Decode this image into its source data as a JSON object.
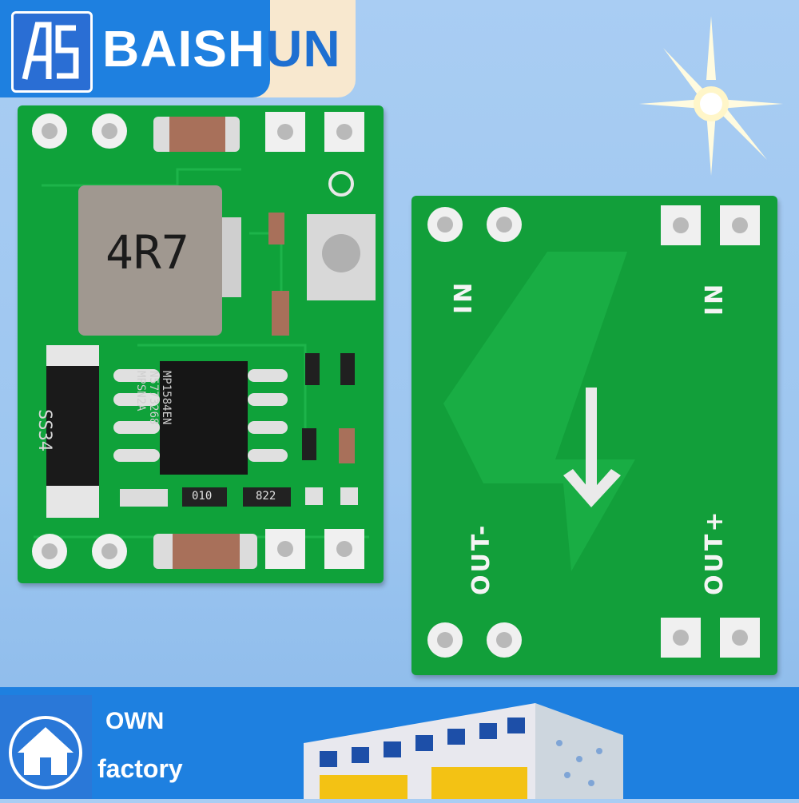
{
  "header": {
    "brand_prefix": "BAISH",
    "brand_suffix": "UN"
  },
  "front_board": {
    "inductor_label": "4R7",
    "diode_label": "SS34",
    "ic_lines": [
      "MP1584EN",
      "N5773268",
      "MPSN2A"
    ],
    "resistor1_label": "010",
    "resistor2_label": "822"
  },
  "back_board": {
    "in_left": "IN",
    "in_right": "IN",
    "out_minus": "OUT-",
    "out_plus": "OUT+"
  },
  "footer": {
    "line1": "OWN",
    "line2": "factory"
  },
  "colors": {
    "pcb_green": "#0fa23a",
    "brand_blue": "#1e80e0",
    "sky": "#a9cdf3"
  }
}
